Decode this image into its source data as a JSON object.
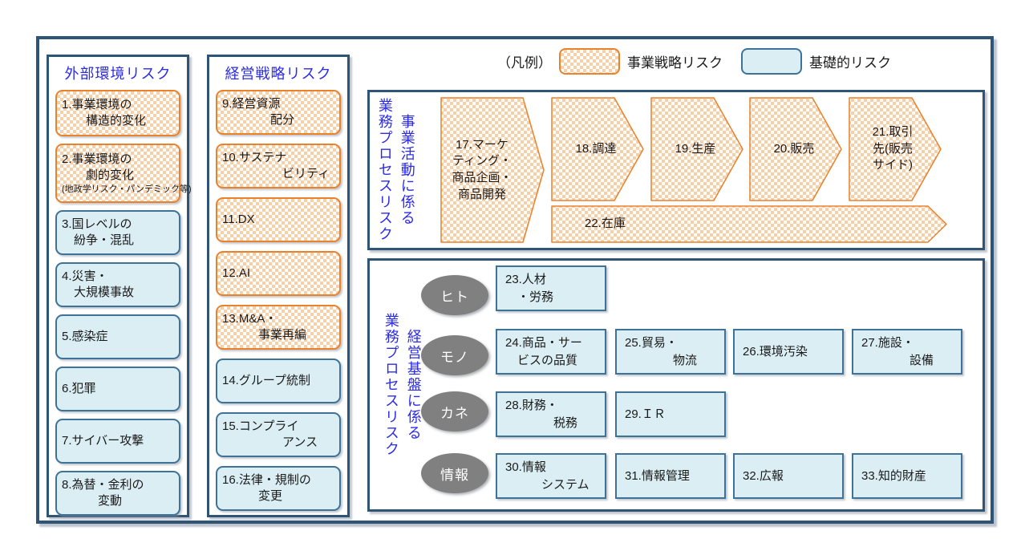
{
  "legend": {
    "title": "（凡例）",
    "strategy_label": "事業戦略リスク",
    "basic_label": "基礎的リスク"
  },
  "external": {
    "title": "外部環境リスク",
    "items": [
      {
        "text": "1.事業環境の\n　　構造的変化",
        "type": "strategy"
      },
      {
        "text": "2.事業環境の\n　　劇的変化",
        "sub": "(地政学リスク・パンデミック等)",
        "type": "strategy"
      },
      {
        "text": "3.国レベルの\n　紛争・混乱",
        "type": "basic"
      },
      {
        "text": "4.災害・\n　大規模事故",
        "type": "basic"
      },
      {
        "text": "5.感染症",
        "type": "basic"
      },
      {
        "text": "6.犯罪",
        "type": "basic"
      },
      {
        "text": "7.サイバー攻撃",
        "type": "basic"
      },
      {
        "text": "8.為替・金利の\n　　　変動",
        "type": "basic"
      }
    ]
  },
  "strategy": {
    "title": "経営戦略リスク",
    "items": [
      {
        "text": "9.経営資源\n　　　　配分",
        "type": "strategy"
      },
      {
        "text": "10.サステナ\n　　　　　ビリティ",
        "type": "strategy"
      },
      {
        "text": "11.DX",
        "type": "strategy"
      },
      {
        "text": "12.AI",
        "type": "strategy"
      },
      {
        "text": "13.M&A・\n　　　事業再編",
        "type": "strategy"
      },
      {
        "text": "14.グループ統制",
        "type": "basic"
      },
      {
        "text": "15.コンプライ\n　　　　　アンス",
        "type": "basic"
      },
      {
        "text": "16.法律・規制の\n　　　変更",
        "type": "basic"
      }
    ]
  },
  "process_activity": {
    "vertical_outer": "業務プロセスリスク",
    "vertical_inner": "事業活動に係る",
    "steps": [
      "17.マーケ\nティング・\n商品企画・\n商品開発",
      "18.調達",
      "19.生産",
      "20.販売",
      "21.取引\n先(販売\nサイド)"
    ],
    "inventory": "22.在庫"
  },
  "process_base": {
    "vertical_outer": "業務プロセスリスク",
    "vertical_inner": "経営基盤に係る",
    "rows": [
      {
        "category": "ヒト",
        "boxes": [
          "23.人材\n　・労務"
        ]
      },
      {
        "category": "モノ",
        "boxes": [
          "24.商品・サー\n　ビスの品質",
          "25.貿易・\n　　　　物流",
          "26.環境汚染",
          "27.施設・\n　　　　設備"
        ]
      },
      {
        "category": "カネ",
        "boxes": [
          "28.財務・\n　　　　税務",
          "29.ＩＲ"
        ]
      },
      {
        "category": "情報",
        "boxes": [
          "30.情報\n　　　システム",
          "31.情報管理",
          "32.広報",
          "33.知的財産"
        ]
      }
    ]
  },
  "colors": {
    "frame": "#2F5476",
    "heading_text": "#2B2BE8",
    "strategy_border": "#E8822D",
    "strategy_checker": "#F8CFA6",
    "basic_fill": "#DAEEF3",
    "basic_border": "#3E7296",
    "category_fill": "#808080"
  }
}
